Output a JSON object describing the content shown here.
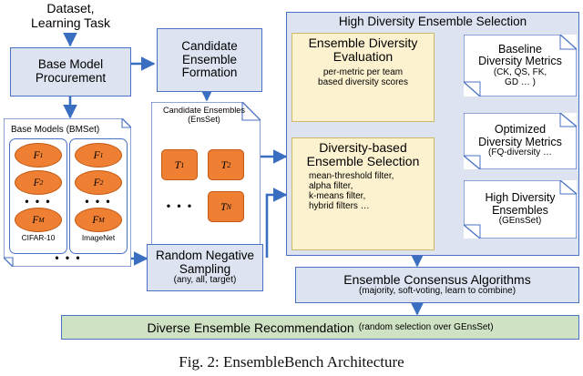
{
  "colors": {
    "process_fill": "#dde3f0",
    "process_border": "#4a72c4",
    "highlight_fill": "#fdf2cf",
    "highlight_border": "#cbb96a",
    "recommendation_fill": "#cfe3c4",
    "model_fill": "#ef8033",
    "arrow": "#3a6ec0",
    "note_fill": "#ffffff"
  },
  "inputs": {
    "dataset_label_line1": "Dataset,",
    "dataset_label_line2": "Learning Task"
  },
  "base_model_procurement": {
    "line1": "Base Model",
    "line2": "Procurement"
  },
  "candidate_ensemble_formation": {
    "line1": "Candidate",
    "line2": "Ensemble",
    "line3": "Formation"
  },
  "bmset": {
    "title": "Base Models (BMSet)",
    "groups": [
      {
        "caption": "CIFAR-10",
        "models": [
          "F1",
          "F2",
          "FM"
        ]
      },
      {
        "caption": "ImageNet",
        "models": [
          "F1",
          "F2",
          "FM"
        ]
      }
    ],
    "model_labels": {
      "first": "F",
      "sub1": "1",
      "sub2": "2",
      "subM": "M"
    },
    "inner_ellipsis": "• • •",
    "outer_ellipsis": "• • •"
  },
  "ensset": {
    "title_line1": "Candidate Ensembles",
    "title_line2": "(EnsSet)",
    "teams": [
      "T1",
      "T2",
      "TN"
    ],
    "team_letter": "T",
    "team_subs": [
      "1",
      "2",
      "N"
    ],
    "ellipsis": "• • •"
  },
  "random_negative_sampling": {
    "line1": "Random Negative",
    "line2": "Sampling",
    "detail": "(any, all, target)"
  },
  "high_diversity_panel": {
    "title": "High Diversity Ensemble Selection",
    "ensemble_diversity_evaluation": {
      "line1": "Ensemble Diversity",
      "line2": "Evaluation",
      "detail1": "per-metric per team",
      "detail2": "based diversity scores"
    },
    "diversity_based_selection": {
      "line1": "Diversity-based",
      "line2": "Ensemble Selection",
      "filters": [
        "mean-threshold filter,",
        "alpha filter,",
        "k-means filter,",
        "hybrid filters …"
      ]
    },
    "baseline_metrics": {
      "line1": "Baseline",
      "line2": "Diversity Metrics",
      "detail1": "(CK, QS, FK,",
      "detail2": "GD … )"
    },
    "optimized_metrics": {
      "line1": "Optimized",
      "line2": "Diversity Metrics",
      "detail": "(FQ-diversity …"
    },
    "high_diversity_ensembles": {
      "line1": "High Diversity",
      "line2": "Ensembles",
      "detail": "(GEnsSet)"
    }
  },
  "consensus": {
    "title": "Ensemble Consensus Algorithms",
    "detail": "(majority, soft-voting, learn to combine)"
  },
  "recommendation": {
    "title": "Diverse Ensemble Recommendation",
    "detail": "(random selection over GEnsSet)"
  },
  "figure_caption": "Fig. 2: EnsembleBench Architecture"
}
